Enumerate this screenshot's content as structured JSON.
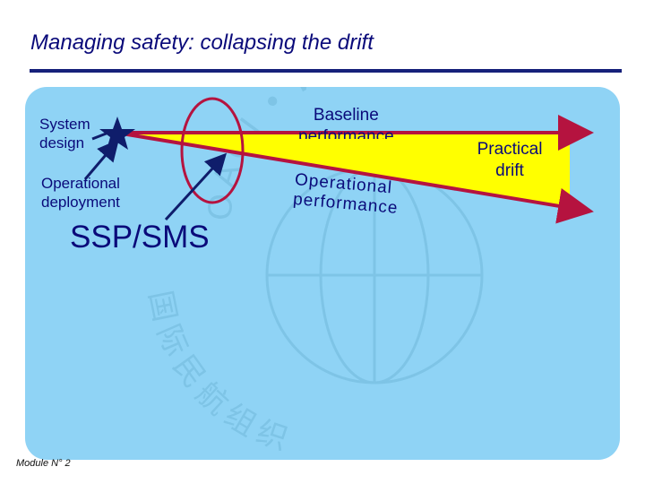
{
  "slide": {
    "title": "Managing safety: collapsing the drift",
    "footer": "Module N° 2"
  },
  "diagram": {
    "labels": {
      "system_design_line1": "System",
      "system_design_line2": "design",
      "operational_deployment_line1": "Operational",
      "operational_deployment_line2": "deployment",
      "ssp_sms": "SSP/SMS",
      "baseline_line1": "Baseline",
      "baseline_line2": "performance",
      "operational_performance_line1": "Operational",
      "operational_performance_line2": "performance",
      "practical_drift_line1": "Practical",
      "practical_drift_line2": "drift"
    },
    "watermark_text": {
      "top": "OACI • ИКАО",
      "bottom": "国际民航组织"
    },
    "colors": {
      "title": "#0a0a7a",
      "title_rule": "#16207a",
      "panel": "#8fd3f5",
      "drift_fill": "#ffff00",
      "baseline_arrow": "#b5133f",
      "pointer_arrows": "#0f1d6b",
      "ellipse": "#b5133f",
      "star": "#0f1d6b"
    },
    "icons": [
      "star-icon"
    ]
  }
}
